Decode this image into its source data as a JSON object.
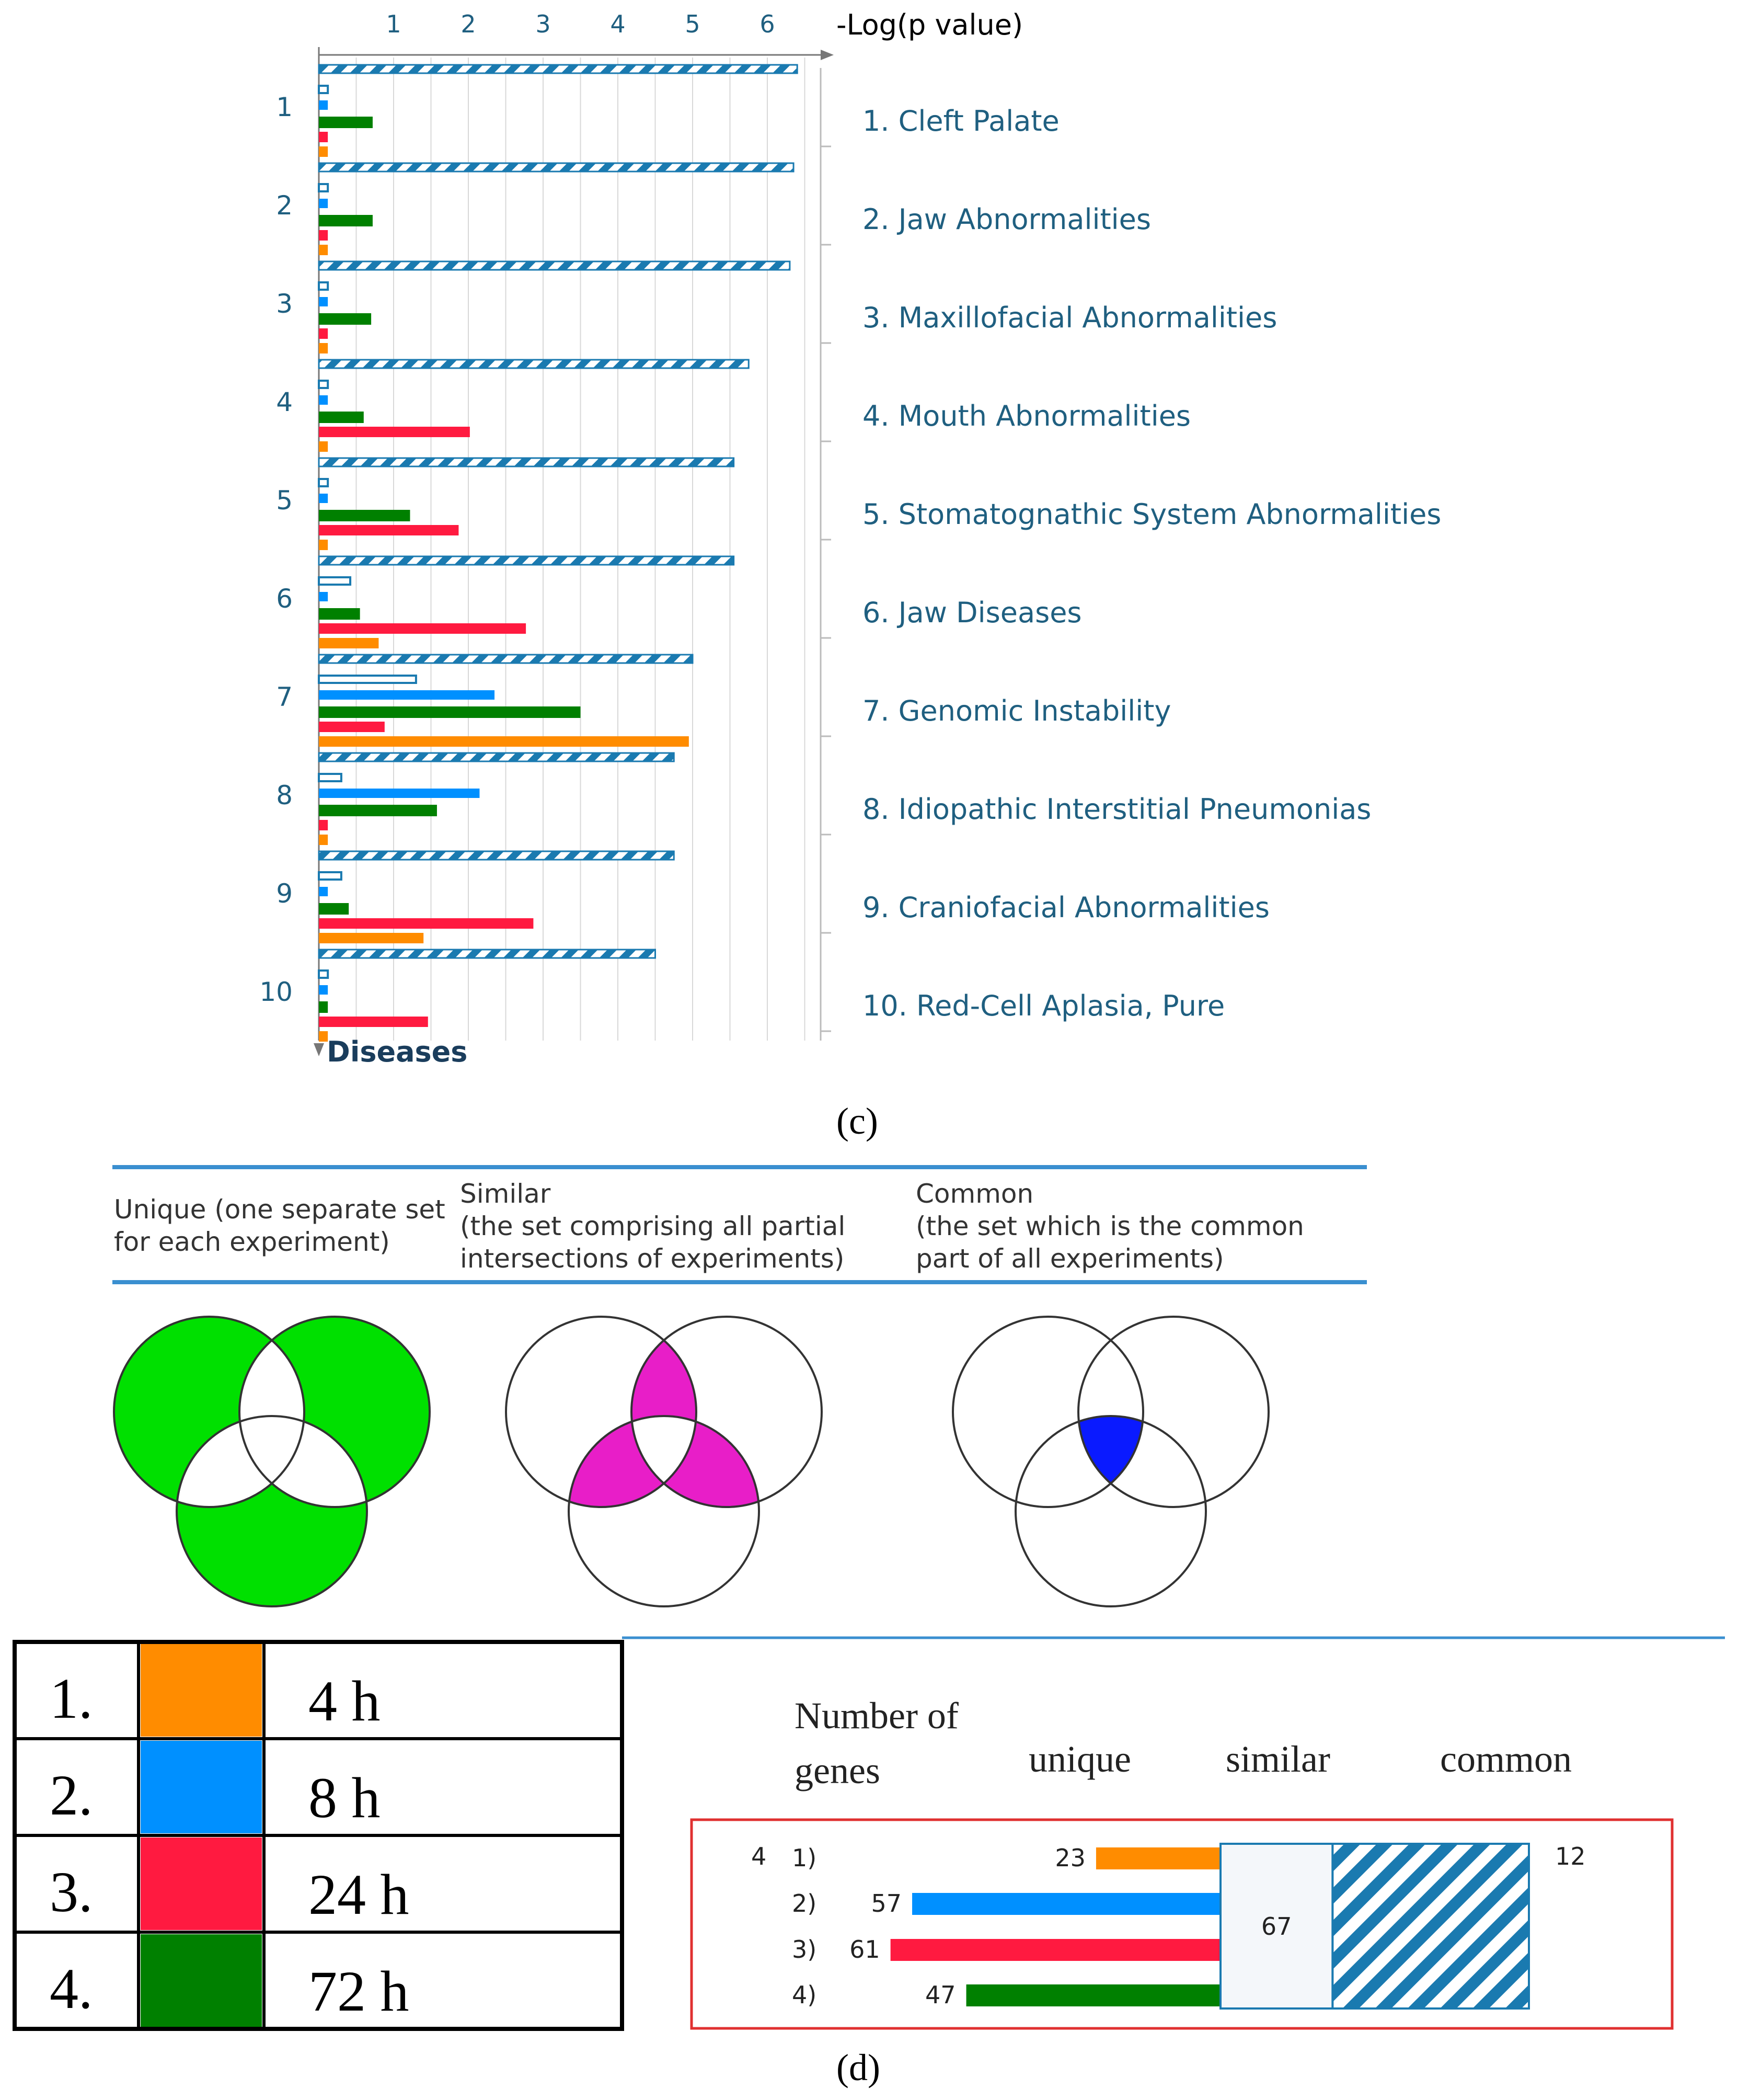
{
  "panel_c": {
    "axis_title": "-Log(p value)",
    "y_axis_title": "Diseases",
    "panel_label": "(c)",
    "ticks": [
      "1",
      "2",
      "3",
      "4",
      "5",
      "6"
    ]
  },
  "panel_venn": {
    "headings": [
      {
        "line1": "Unique (one separate set",
        "line2": "for each experiment)"
      },
      {
        "line1": "Similar",
        "line2": "(the set comprising all partial",
        "line3": "intersections of experiments)"
      },
      {
        "line1": "Common",
        "line2": "(the set which is the common",
        "line3": "part of all experiments)"
      }
    ]
  },
  "legend": {
    "rows": [
      {
        "num": "1.",
        "time": "4 h",
        "color": "#ff8c00"
      },
      {
        "num": "2.",
        "time": "8 h",
        "color": "#0090ff"
      },
      {
        "num": "3.",
        "time": "24 h",
        "color": "#ff1a40"
      },
      {
        "num": "4.",
        "time": "72 h",
        "color": "#008000"
      }
    ]
  },
  "panel_d": {
    "panel_label": "(d)",
    "head_number_line1": "Number of",
    "head_number_line2": "genes",
    "head_unique": "unique",
    "head_similar": "similar",
    "head_common": "common",
    "prefix_4": "4",
    "row_labels": [
      "1)",
      "2)",
      "3)",
      "4)"
    ]
  },
  "chart_data": [
    {
      "type": "bar",
      "orientation": "horizontal",
      "xlabel": "-Log(p value)",
      "ylabel": "Diseases",
      "xlim": [
        0,
        6.6
      ],
      "grid": true,
      "categories": [
        "1. Cleft Palate",
        "2. Jaw Abnormalities",
        "3. Maxillofacial Abnormalities",
        "4. Mouth Abnormalities",
        "5. Stomatognathic System Abnormalities",
        "6. Jaw Diseases",
        "7. Genomic Instability",
        "8. Idiopathic Interstitial Pneumonias",
        "9. Craniofacial Abnormalities",
        "10. Red-Cell Aplasia, Pure"
      ],
      "category_numbers": [
        "1",
        "2",
        "3",
        "4",
        "5",
        "6",
        "7",
        "8",
        "9",
        "10"
      ],
      "series": [
        {
          "key": "common",
          "values": [
            6.4,
            6.35,
            6.3,
            5.75,
            5.55,
            5.55,
            5.0,
            4.75,
            4.75,
            4.5
          ],
          "color": "#1a7ab0",
          "style": "hatched"
        },
        {
          "key": "similar",
          "values": [
            0.12,
            0.12,
            0.12,
            0.12,
            0.12,
            0.42,
            1.3,
            0.3,
            0.3,
            0.12
          ],
          "color": "#1a7ab0",
          "style": "outline"
        },
        {
          "key": "8h",
          "values": [
            0.12,
            0.12,
            0.12,
            0.12,
            0.12,
            0.12,
            2.35,
            2.15,
            0.12,
            0.12
          ],
          "color": "#0090ff"
        },
        {
          "key": "72h",
          "values": [
            0.72,
            0.72,
            0.7,
            0.6,
            1.22,
            0.55,
            3.5,
            1.58,
            0.4,
            0.12
          ],
          "color": "#008000"
        },
        {
          "key": "24h",
          "values": [
            0.12,
            0.12,
            0.12,
            2.02,
            1.87,
            2.77,
            0.88,
            0.12,
            2.87,
            1.46
          ],
          "color": "#ff1a40"
        },
        {
          "key": "4h",
          "values": [
            0.12,
            0.12,
            0.12,
            0.12,
            0.12,
            0.8,
            4.95,
            0.12,
            1.4,
            0.12
          ],
          "color": "#ff8c00"
        }
      ]
    },
    {
      "type": "bar",
      "orientation": "horizontal",
      "categories": [
        "1)",
        "2)",
        "3)",
        "4)"
      ],
      "series": [
        {
          "name": "unique",
          "values": [
            23,
            57,
            61,
            47
          ],
          "colors": [
            "#ff8c00",
            "#0090ff",
            "#ff1a40",
            "#008000"
          ]
        }
      ],
      "similar": 67,
      "common": 12
    }
  ]
}
